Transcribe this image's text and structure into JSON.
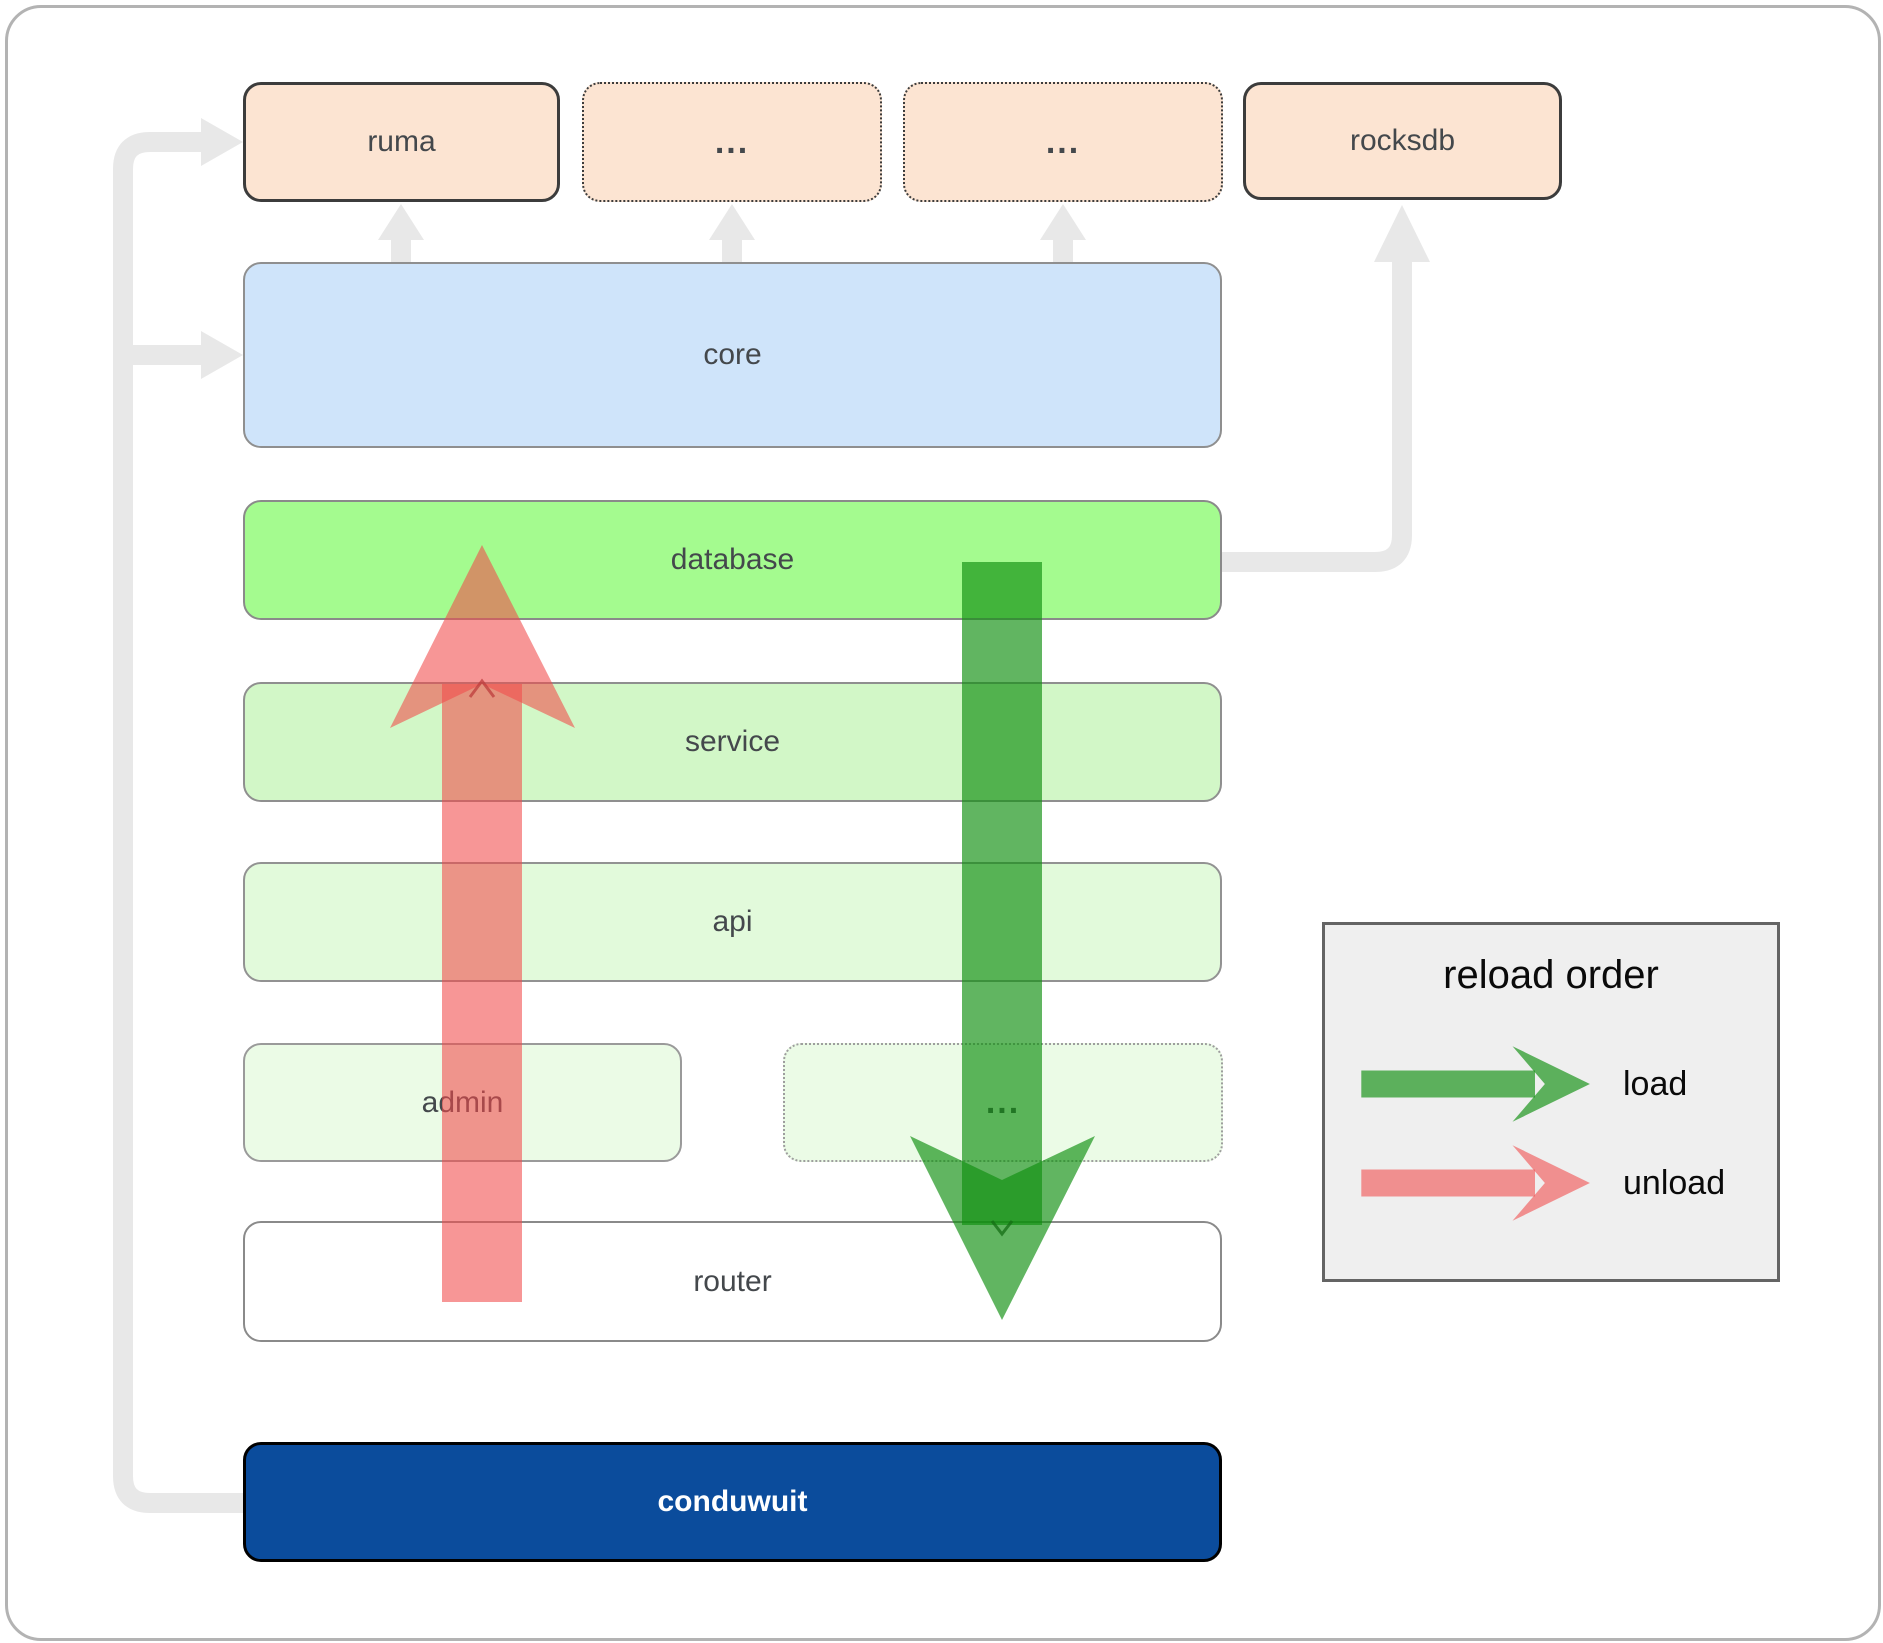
{
  "nodes": {
    "ruma": {
      "label": "ruma"
    },
    "ext1": {
      "label": "..."
    },
    "ext2": {
      "label": "..."
    },
    "rocksdb": {
      "label": "rocksdb"
    },
    "core": {
      "label": "core"
    },
    "database": {
      "label": "database"
    },
    "service": {
      "label": "service"
    },
    "api": {
      "label": "api"
    },
    "admin": {
      "label": "admin"
    },
    "ext3": {
      "label": "..."
    },
    "router": {
      "label": "router"
    },
    "conduwuit": {
      "label": "conduwuit"
    }
  },
  "legend": {
    "title": "reload order",
    "items": [
      {
        "label": "load",
        "color": "#0f8f0f"
      },
      {
        "label": "unload",
        "color": "#f24a4a"
      }
    ]
  },
  "colors": {
    "load_arrow": "#0f8f0f",
    "unload_arrow": "#f24a4a",
    "connector": "#e8e8e8",
    "peach_fill": "#fce4d2",
    "core_fill": "#cfe4fa",
    "database_fill": "#a4fb8f",
    "service_fill": "#d2f7c7",
    "api_fill": "#e2fadb",
    "admin_fill": "#ebfbe6",
    "router_fill": "#ffffff",
    "conduwuit_fill": "#0b4c9c"
  }
}
